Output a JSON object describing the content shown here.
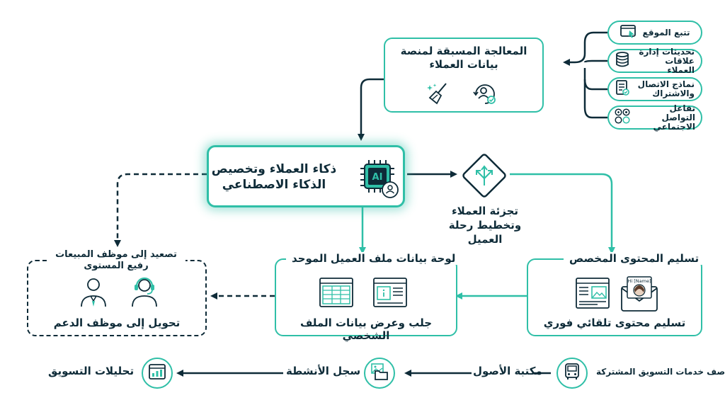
{
  "colors": {
    "accent": "#2fbfa7",
    "ink": "#0e2b38"
  },
  "sources": [
    {
      "label": "تتبع الموقع",
      "icon": "browser-cursor-icon"
    },
    {
      "label": "تحديثات إدارة علاقات العملاء",
      "icon": "database-icon"
    },
    {
      "label": "نماذج الاتصال والاشتراك",
      "icon": "form-icon"
    },
    {
      "label": "تفاعل التواصل الاجتماعي",
      "icon": "social-icons-icon"
    }
  ],
  "preprocess": {
    "title": "المعالجة المسبقة لمنصة بيانات العملاء"
  },
  "ai": {
    "title": "ذكاء العملاء وتخصيص الذكاء الاصطناعي",
    "chip_label": "AI"
  },
  "segmentation": {
    "label": "تجزئة العملاء وتخطيط رحلة العميل"
  },
  "content": {
    "title": "تسليم المحتوى المخصص",
    "subtitle": "تسليم محتوى تلقائي فوري",
    "envelope_text": "Hi [Name]"
  },
  "dashboard": {
    "title": "لوحة بيانات ملف العميل الموحد",
    "subtitle": "جلب وعرض بيانات الملف الشخصي"
  },
  "escalation": {
    "title": "تصعيد إلى موظف المبيعات رفيع المستوى",
    "subtitle": "تحويل إلى موظف الدعم"
  },
  "bottom": {
    "queue": "صف خدمات التسويق المشتركة",
    "assets": "مكتبة الأصول",
    "activity": "سجل الأنشطة",
    "analytics": "تحليلات التسويق"
  }
}
